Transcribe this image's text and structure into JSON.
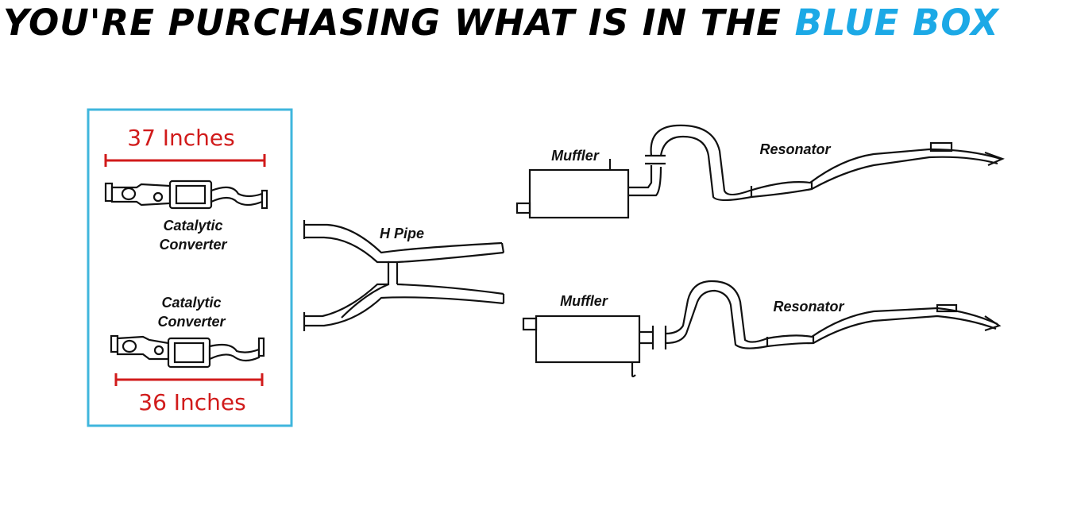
{
  "headline": {
    "prefix": "YOU'RE PURCHASING WHAT IS IN THE",
    "highlight": "BLUE BOX"
  },
  "blue_box": {
    "border_color": "#3fb6dd",
    "top_dimension": "37 Inches",
    "top_part_label_line1": "Catalytic",
    "top_part_label_line2": "Converter",
    "bottom_part_label_line1": "Catalytic",
    "bottom_part_label_line2": "Converter",
    "bottom_dimension": "36 Inches",
    "dimension_color": "#d11b1b"
  },
  "h_pipe": {
    "label": "H Pipe"
  },
  "upper_system": {
    "muffler_label": "Muffler",
    "resonator_label": "Resonator"
  },
  "lower_system": {
    "muffler_label": "Muffler",
    "resonator_label": "Resonator"
  }
}
